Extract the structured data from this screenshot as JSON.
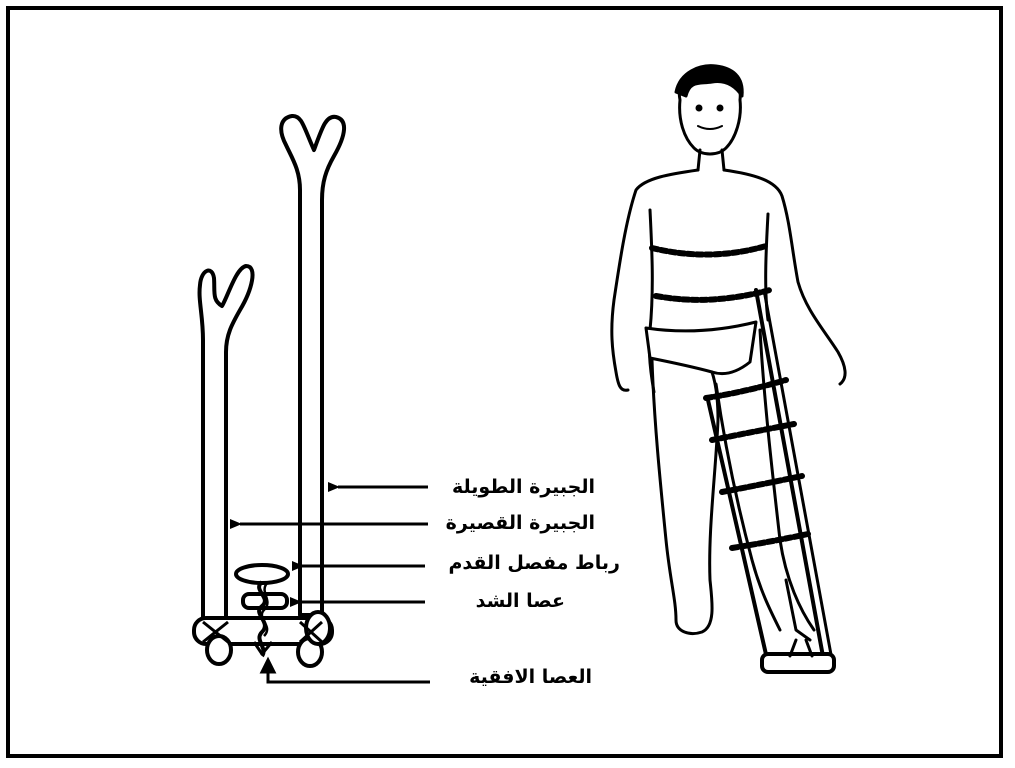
{
  "labels": {
    "long_splint": "الجبيرة الطويلة",
    "short_splint": "الجبيرة القصيرة",
    "ankle_tie": "رباط مفصل القدم",
    "tension_stick": "عصا الشد",
    "horizontal_stick": "العصا الافقية"
  },
  "colors": {
    "ink": "#000000",
    "paper": "#ffffff"
  },
  "icons": {
    "splint_assembly": "improvised-traction-splint-icon",
    "figure": "splinted-person-icon"
  }
}
